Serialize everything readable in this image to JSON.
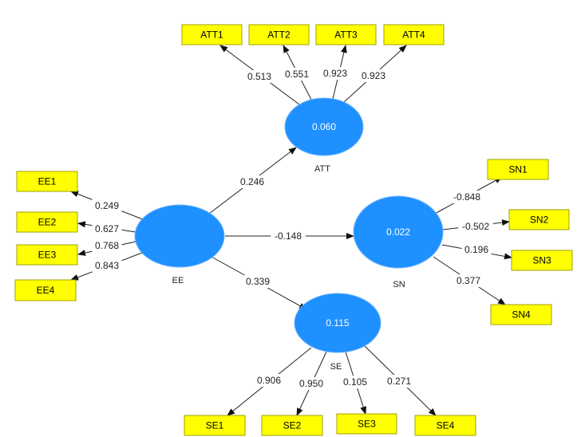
{
  "colors": {
    "indicator_fill": "#ffff00",
    "latent_fill": "#1e90ff",
    "line": "#222222"
  },
  "latent_variables": [
    {
      "id": "ATT",
      "name": "ATT",
      "r2": "0.060"
    },
    {
      "id": "EE",
      "name": "EE",
      "r2": ""
    },
    {
      "id": "SN",
      "name": "SN",
      "r2": "0.022"
    },
    {
      "id": "SE",
      "name": "SE",
      "r2": "0.115"
    }
  ],
  "indicators": [
    {
      "id": "ATT1",
      "label": "ATT1"
    },
    {
      "id": "ATT2",
      "label": "ATT2"
    },
    {
      "id": "ATT3",
      "label": "ATT3"
    },
    {
      "id": "ATT4",
      "label": "ATT4"
    },
    {
      "id": "EE1",
      "label": "EE1"
    },
    {
      "id": "EE2",
      "label": "EE2"
    },
    {
      "id": "EE3",
      "label": "EE3"
    },
    {
      "id": "EE4",
      "label": "EE4"
    },
    {
      "id": "SN1",
      "label": "SN1"
    },
    {
      "id": "SN2",
      "label": "SN2"
    },
    {
      "id": "SN3",
      "label": "SN3"
    },
    {
      "id": "SN4",
      "label": "SN4"
    },
    {
      "id": "SE1",
      "label": "SE1"
    },
    {
      "id": "SE2",
      "label": "SE2"
    },
    {
      "id": "SE3",
      "label": "SE3"
    },
    {
      "id": "SE4",
      "label": "SE4"
    }
  ],
  "outer_loadings": [
    {
      "from": "ATT",
      "to": "ATT1",
      "value": "0.513"
    },
    {
      "from": "ATT",
      "to": "ATT2",
      "value": "0.551"
    },
    {
      "from": "ATT",
      "to": "ATT3",
      "value": "0.923"
    },
    {
      "from": "ATT",
      "to": "ATT4",
      "value": "0.923"
    },
    {
      "from": "EE",
      "to": "EE1",
      "value": "0.249"
    },
    {
      "from": "EE",
      "to": "EE2",
      "value": "0.627"
    },
    {
      "from": "EE",
      "to": "EE3",
      "value": "0.768"
    },
    {
      "from": "EE",
      "to": "EE4",
      "value": "0.843"
    },
    {
      "from": "SN",
      "to": "SN1",
      "value": "-0.848"
    },
    {
      "from": "SN",
      "to": "SN2",
      "value": "-0.502"
    },
    {
      "from": "SN",
      "to": "SN3",
      "value": "0.196"
    },
    {
      "from": "SN",
      "to": "SN4",
      "value": "0.377"
    },
    {
      "from": "SE",
      "to": "SE1",
      "value": "0.906"
    },
    {
      "from": "SE",
      "to": "SE2",
      "value": "0.950"
    },
    {
      "from": "SE",
      "to": "SE3",
      "value": "0.105"
    },
    {
      "from": "SE",
      "to": "SE4",
      "value": "0.271"
    }
  ],
  "path_coefficients": [
    {
      "from": "EE",
      "to": "ATT",
      "value": "0.246"
    },
    {
      "from": "EE",
      "to": "SN",
      "value": "-0.148"
    },
    {
      "from": "EE",
      "to": "SE",
      "value": "0.339"
    }
  ]
}
